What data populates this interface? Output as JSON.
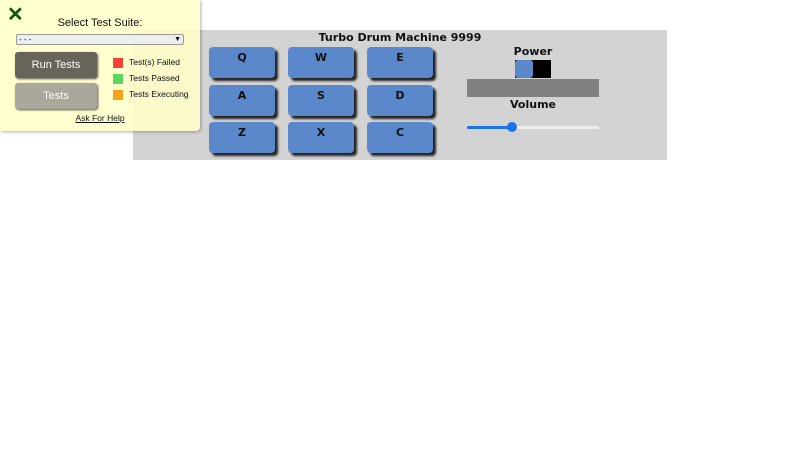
{
  "drum_machine": {
    "title": "Turbo Drum Machine 9999",
    "pads": [
      "Q",
      "W",
      "E",
      "A",
      "S",
      "D",
      "Z",
      "X",
      "C"
    ],
    "power_label": "Power",
    "power_on": false,
    "volume_label": "Volume",
    "volume_percent": 34,
    "display_text": "",
    "colors": {
      "pad": "#5b88cb",
      "panel": "#d3d3d3"
    }
  },
  "test_panel": {
    "close_icon": "x-icon",
    "select_label": "Select Test Suite:",
    "selected_suite": "- - -",
    "run_button": "Run Tests",
    "tests_button": "Tests",
    "legend": [
      {
        "label": "Test(s) Failed",
        "color": "#f44336"
      },
      {
        "label": "Tests Passed",
        "color": "#5cd65c"
      },
      {
        "label": "Tests Executing",
        "color": "#f7a21b"
      }
    ],
    "help_link": "Ask For Help"
  }
}
